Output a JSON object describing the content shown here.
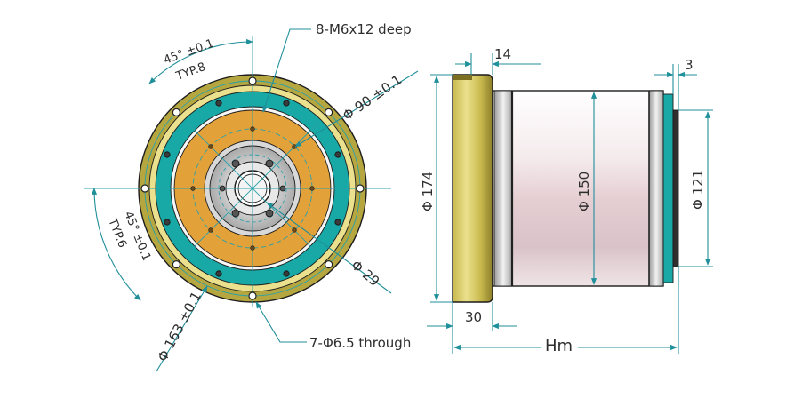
{
  "colors": {
    "flange_olive": "#b6a640",
    "flange_light": "#ebe08d",
    "teal": "#18a8a5",
    "orange": "#e3a139",
    "hub_grey": "#b2b2b2",
    "dim_line": "#1f8f9a",
    "body_rose": "#e9d3d6"
  },
  "front_view": {
    "thread_holes": "8-M6x12 deep",
    "thread_pitch_angle": "45° ±0.1",
    "thread_pitch_typ": "TYP.8",
    "pcd_90": "Φ 90 ±0.1",
    "through_holes": "7-Φ6.5 through",
    "through_pitch_angle": "45° ±0.1",
    "through_pitch_typ": "TYP.6",
    "pcd_163": "Φ 163 ±0.1",
    "bore": "Φ 29"
  },
  "side_view": {
    "flange_step": "14",
    "end_step": "3",
    "outer_diameter": "Φ 174",
    "body_diameter": "Φ 150",
    "end_diameter": "Φ 121",
    "flange_width": "30",
    "overall_length": "Hm"
  }
}
